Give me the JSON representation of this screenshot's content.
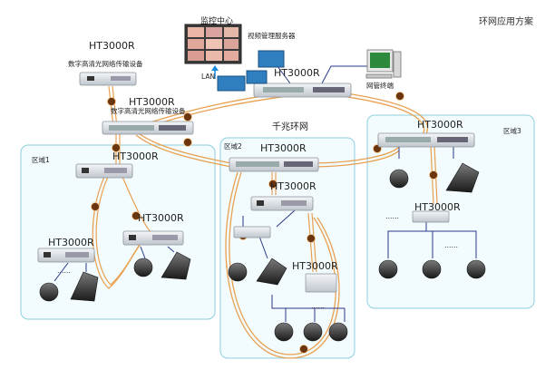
{
  "title": "环网应用方案",
  "ring_label": "千兆环网",
  "center": {
    "monitor_label": "监控中心",
    "video_server_label": "视频管理服务器",
    "lan_label": "LAN",
    "nms_label": "网管终端"
  },
  "devices": {
    "model": "HT3000R",
    "desc": "数字高清光网络传输设备"
  },
  "zones": [
    "区域1",
    "区域2",
    "区域3"
  ],
  "dots": "……",
  "colors": {
    "zone_border": "#8fcfe0",
    "zone_fill": "#f2fbfd",
    "fiber": "#e8a050",
    "cable": "#2a3a8a",
    "device": "#d8dde3"
  }
}
